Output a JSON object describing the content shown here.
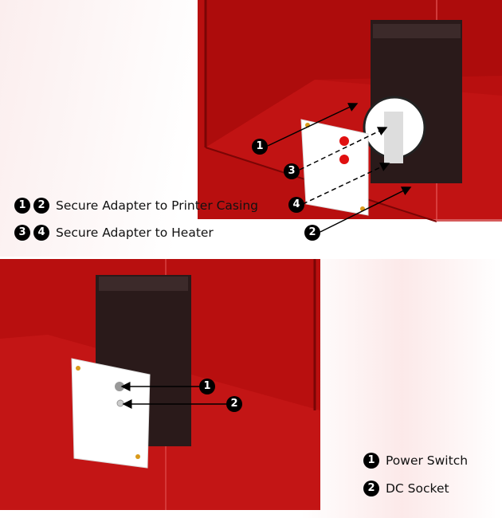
{
  "top_panel": {
    "legend": [
      {
        "badges": [
          "1",
          "2"
        ],
        "text": "Secure Adapter to Printer Casing"
      },
      {
        "badges": [
          "3",
          "4"
        ],
        "text": "Secure Adapter to Heater"
      }
    ],
    "callouts": [
      "1",
      "2",
      "3",
      "4"
    ]
  },
  "bottom_panel": {
    "legend": [
      {
        "badge": "1",
        "text": "Power Switch"
      },
      {
        "badge": "2",
        "text": "DC Socket"
      }
    ],
    "callouts": [
      "1",
      "2"
    ]
  },
  "colors": {
    "casing": "#b30d0d",
    "heater": "#2a1a1a",
    "adapter": "#ffffff",
    "badge": "#000000"
  }
}
